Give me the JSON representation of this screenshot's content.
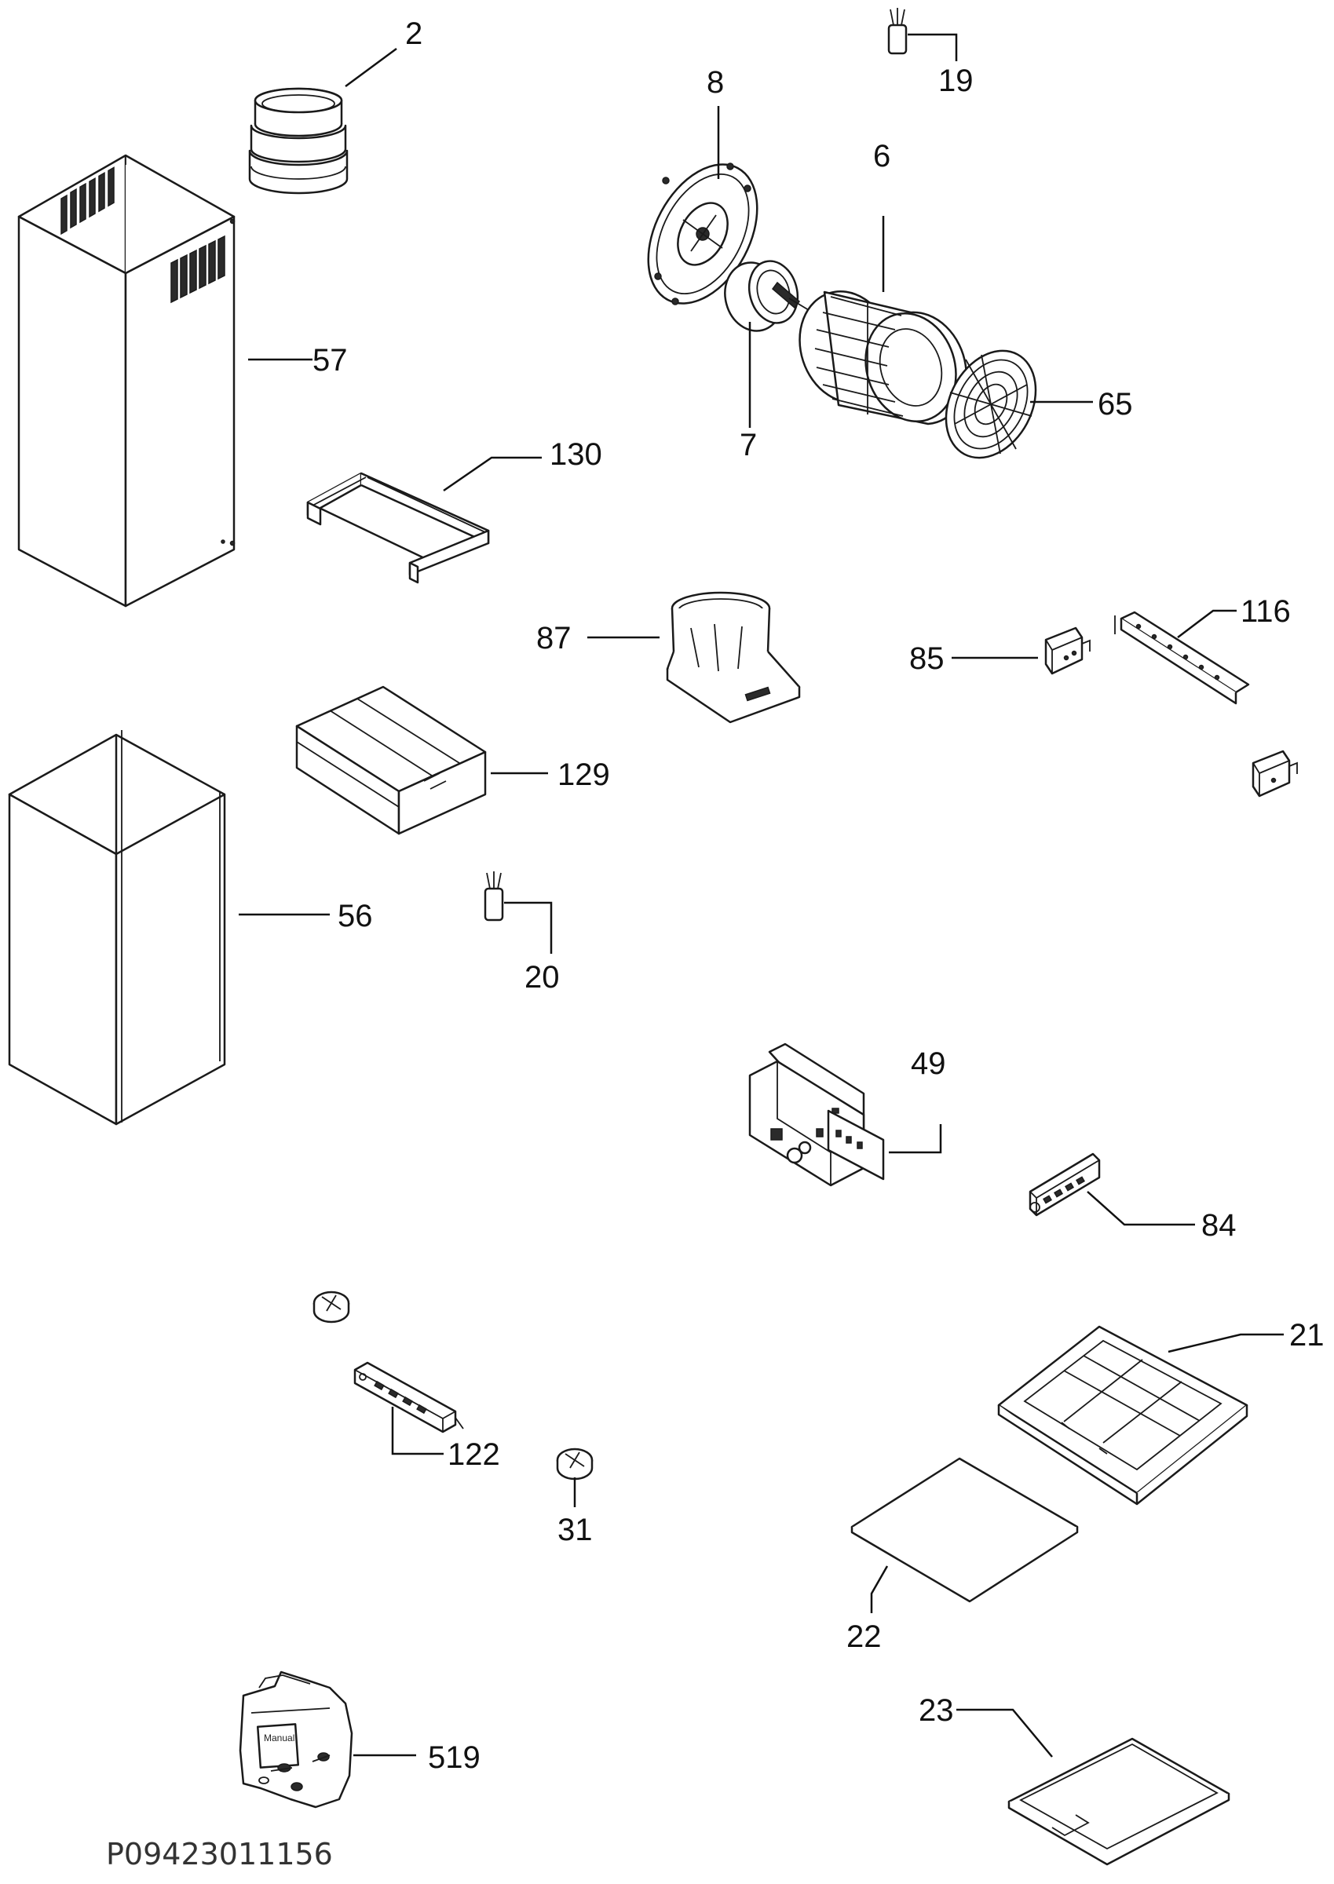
{
  "diagram_code": "P09423011156",
  "labels": {
    "chimney_coupling": "2",
    "motor_impeller": "6",
    "motor": "7",
    "motor_mounting_plate": "8",
    "capacitor_top": "19",
    "capacitor": "20",
    "filter_frame": "21",
    "filter_mat": "22",
    "filter_cassette": "23",
    "knob_right": "31",
    "control_pcb": "49",
    "lower_chimney": "56",
    "upper_chimney": "57",
    "inlet_grille": "65",
    "switch_module": "84",
    "junction_box": "85",
    "air_duct_connector": "87",
    "mounting_rail": "116",
    "control_panel": "122",
    "chimney_bracket_box": "129",
    "chimney_bracket_frame": "130",
    "accessory_bag": "519"
  },
  "manual_text": "Manual"
}
